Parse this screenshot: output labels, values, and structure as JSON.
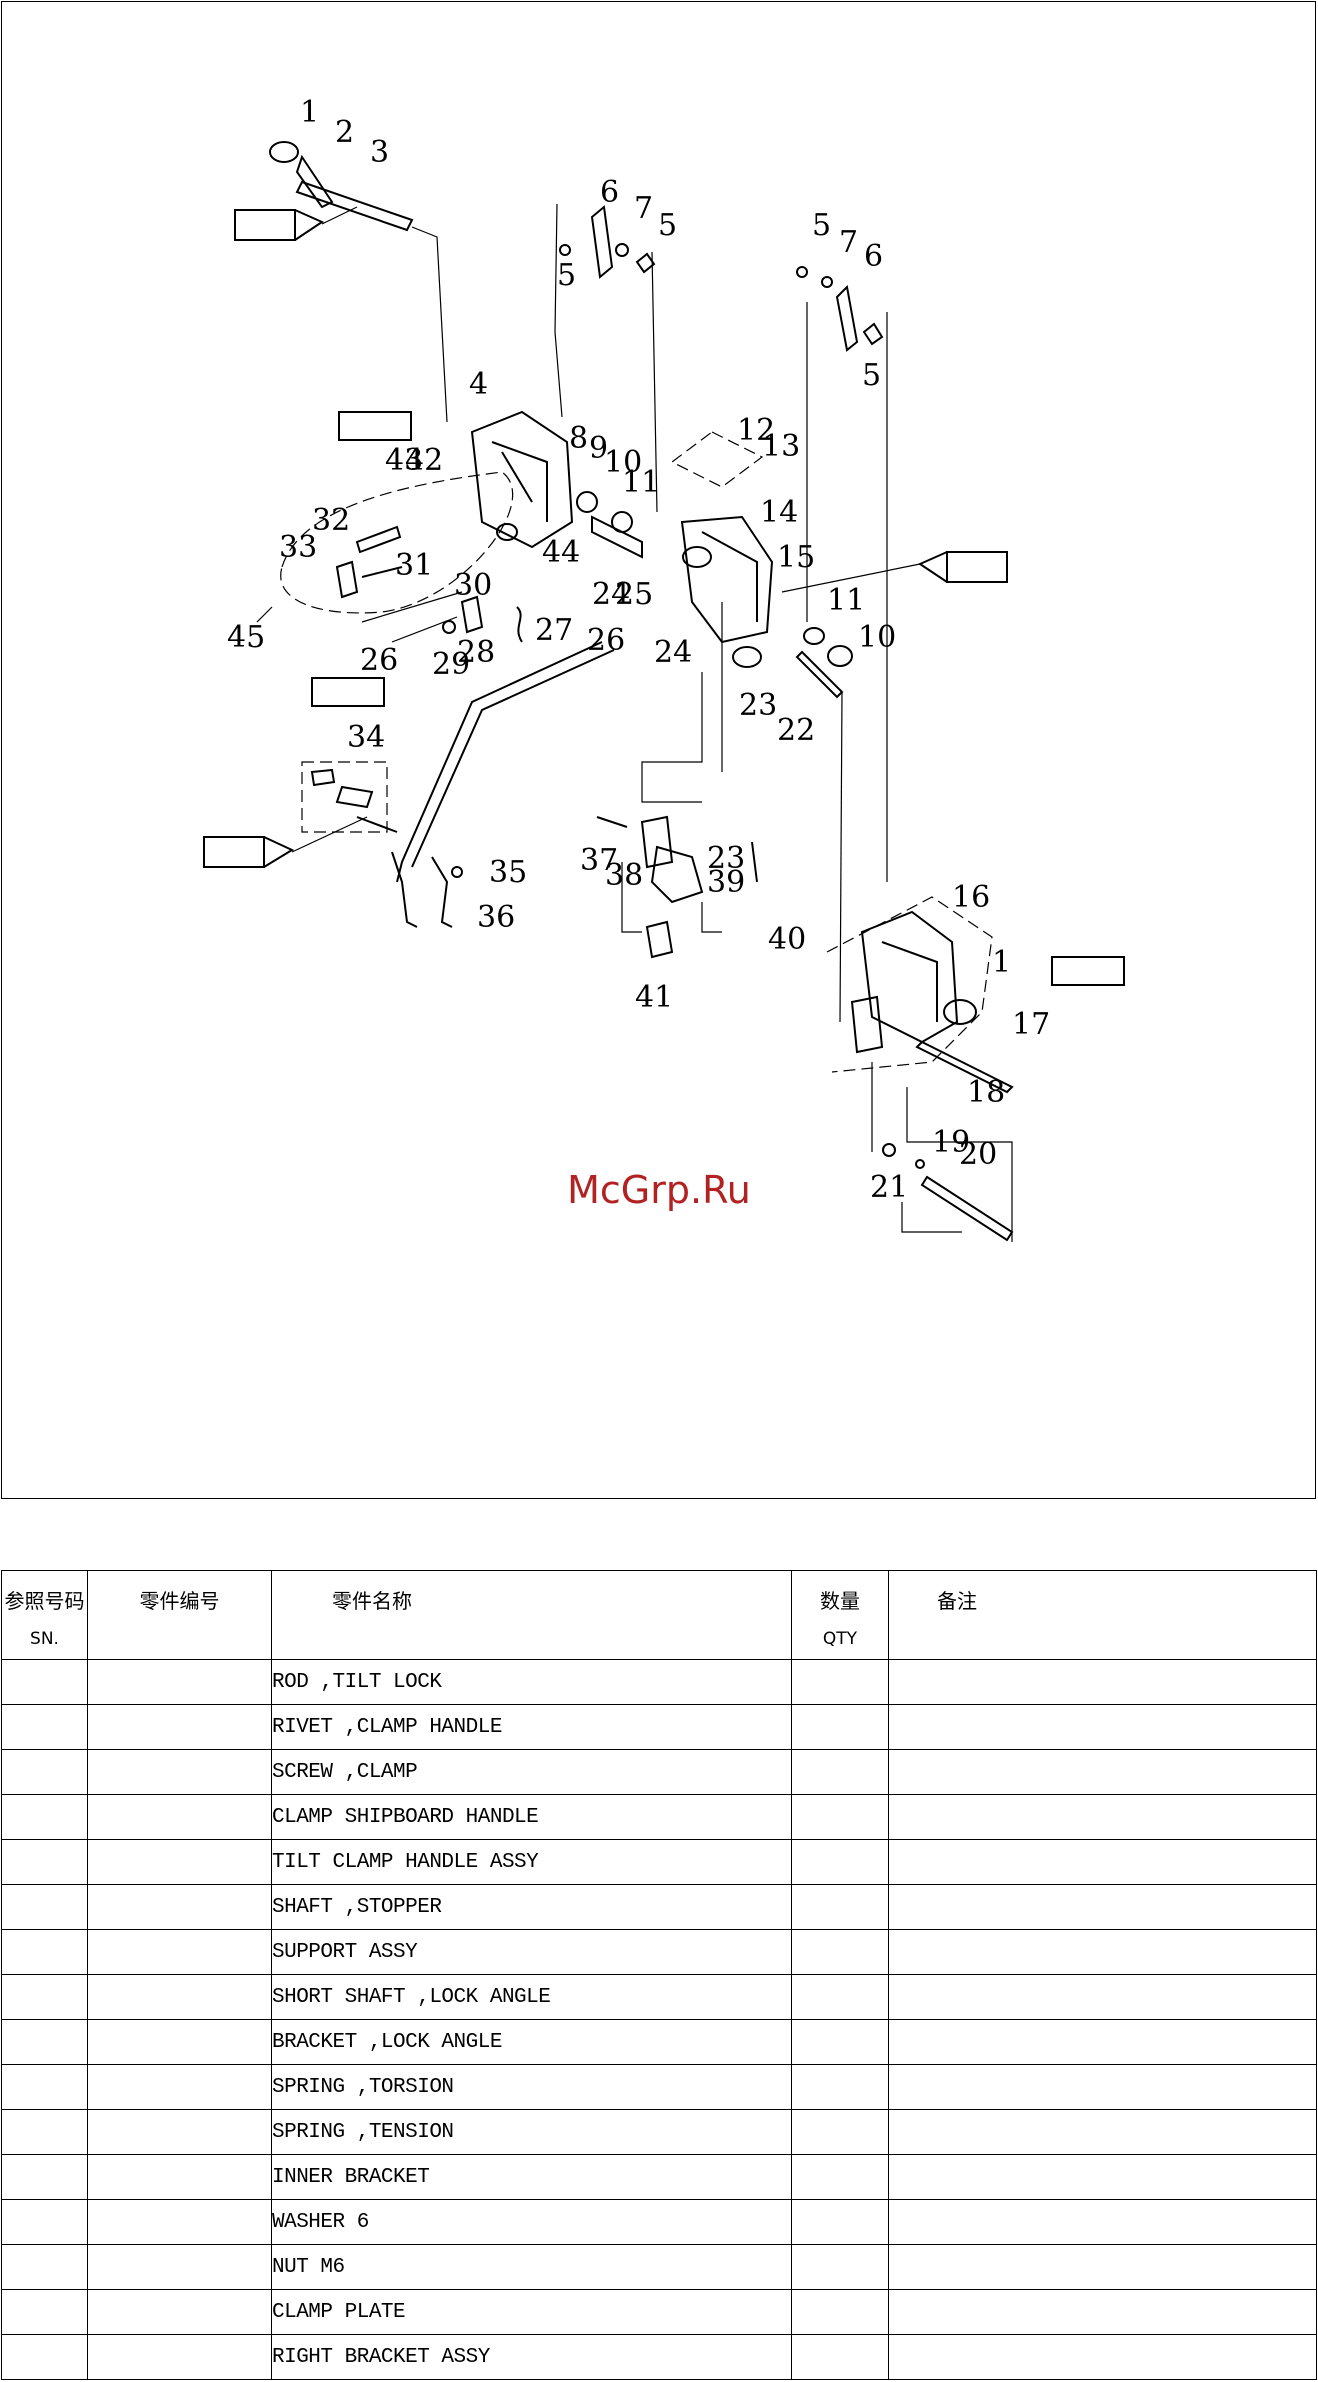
{
  "watermark": "McGrp.Ru",
  "callouts": [
    "1",
    "2",
    "3",
    "4",
    "5",
    "5",
    "5",
    "5",
    "6",
    "6",
    "7",
    "7",
    "8",
    "9",
    "10",
    "10",
    "11",
    "11",
    "12",
    "13",
    "14",
    "15",
    "16",
    "1",
    "17",
    "18",
    "19",
    "20",
    "21",
    "22",
    "23",
    "23",
    "24",
    "24",
    "25",
    "26",
    "26",
    "27",
    "28",
    "29",
    "30",
    "31",
    "32",
    "33",
    "34",
    "35",
    "36",
    "37",
    "38",
    "39",
    "40",
    "41",
    "42",
    "43",
    "44",
    "45"
  ],
  "table": {
    "headers": {
      "sn": "参照号码",
      "sn_en": "SN.",
      "part_no": "零件编号",
      "name": "零件名称",
      "qty": "数量",
      "qty_en": "QTY",
      "note": "备注"
    },
    "rows": [
      {
        "name": "ROD ,TILT LOCK"
      },
      {
        "name": "RIVET ,CLAMP HANDLE"
      },
      {
        "name": "SCREW ,CLAMP"
      },
      {
        "name": "CLAMP SHIPBOARD HANDLE"
      },
      {
        "name": "TILT CLAMP HANDLE ASSY"
      },
      {
        "name": "SHAFT ,STOPPER"
      },
      {
        "name": "SUPPORT ASSY"
      },
      {
        "name": "SHORT SHAFT ,LOCK ANGLE"
      },
      {
        "name": "BRACKET ,LOCK ANGLE"
      },
      {
        "name": "SPRING ,TORSION"
      },
      {
        "name": "SPRING ,TENSION"
      },
      {
        "name": "INNER BRACKET"
      },
      {
        "name": "WASHER 6"
      },
      {
        "name": "NUT M6"
      },
      {
        "name": "CLAMP PLATE"
      },
      {
        "name": "RIGHT BRACKET ASSY"
      }
    ]
  }
}
